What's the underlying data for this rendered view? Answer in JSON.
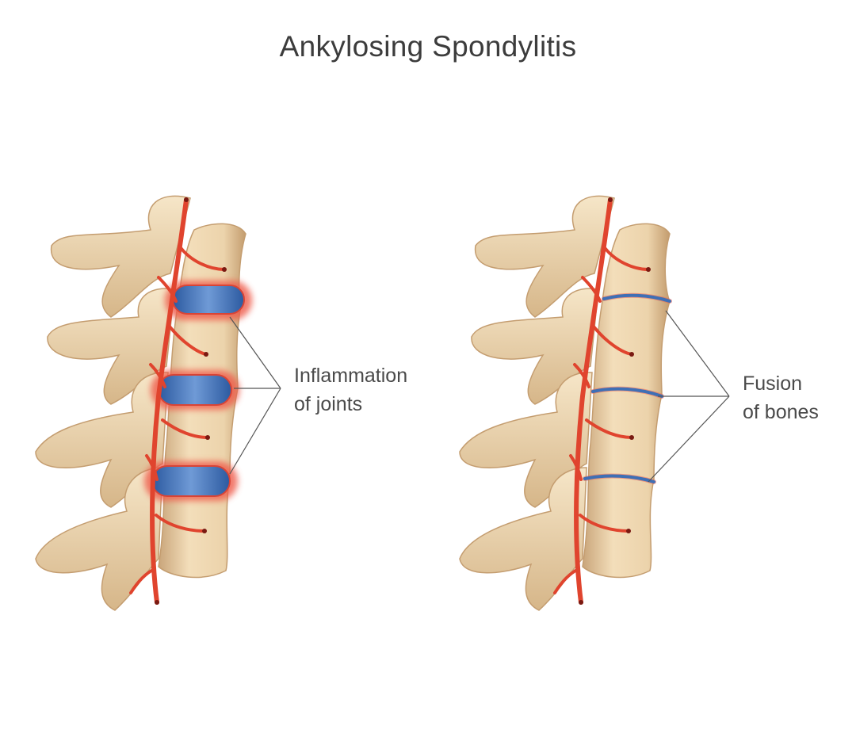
{
  "title": "Ankylosing Spondylitis",
  "labels": {
    "left": {
      "line1": "Inflammation",
      "line2": "of joints"
    },
    "right": {
      "line1": "Fusion",
      "line2": "of bones"
    }
  },
  "colors": {
    "bone": "#ecd3ab",
    "bone_shadow": "#c9a57a",
    "artery": "#e0442e",
    "disc_blue": "#3f6fb5",
    "inflammation_glow": "#ef5a4a",
    "leader_line": "#555555",
    "text": "#3c3c3c"
  }
}
